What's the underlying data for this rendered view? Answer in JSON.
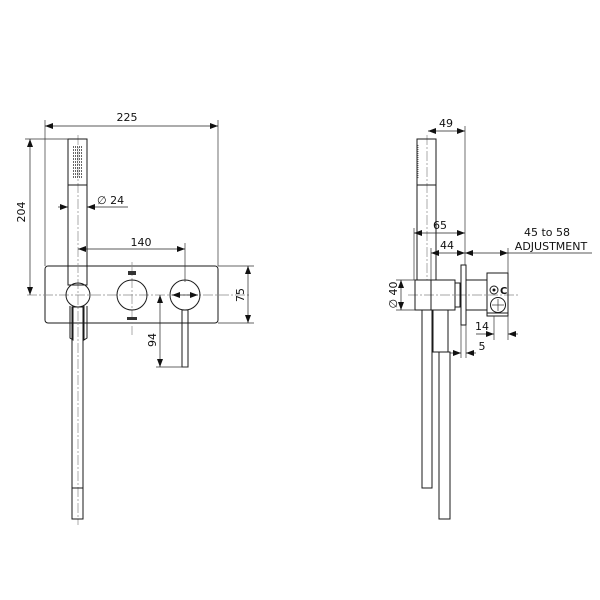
{
  "front_view": {
    "dimensions": {
      "overall_width": "225",
      "overall_height": "204",
      "handshower_diameter": "∅ 24",
      "handle_spacing": "140",
      "plate_height": "75",
      "lever_drop": "94"
    }
  },
  "side_view": {
    "dimensions": {
      "handshower_projection": "49",
      "holder_projection": "65",
      "body_projection": "44",
      "adjustment_value": "45 to 58",
      "adjustment_label": "ADJUSTMENT",
      "holder_diameter": "∅ 40",
      "valve_offset": "14",
      "plate_thickness": "5"
    },
    "valve_marking": "C"
  },
  "colors": {
    "line": "#1a1a1a",
    "centerline": "#888888",
    "background": "#ffffff"
  }
}
